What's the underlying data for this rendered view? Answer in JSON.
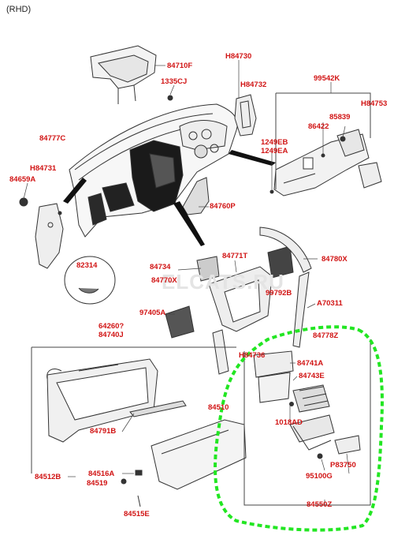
{
  "header": {
    "variant": "(RHD)"
  },
  "watermark": "ELCATS.RU",
  "labels": {
    "p84710F": "84710F",
    "p84730": "H84730",
    "p1335CJ": "1335CJ",
    "p84732": "H84732",
    "p99542K": "99542K",
    "p84753": "H84753",
    "p85839": "85839",
    "p86422": "86422",
    "p1249EB": "1249EB",
    "p1249EA": "1249EA",
    "p84777C": "84777C",
    "p84731": "H84731",
    "p84659A": "84659A",
    "p84760P": "84760P",
    "p82314": "82314",
    "p84734": "84734",
    "p84771T": "84771T",
    "p84780X": "84780X",
    "p84770X": "84770X",
    "p99792B": "99792B",
    "p97405A": "97405A",
    "pA70311": "A70311",
    "p64260": "64260?",
    "p84740J": "84740J",
    "p84736": "H84736",
    "p84778Z": "84778Z",
    "p84741A": "84741A",
    "p84743E": "84743E",
    "p84510": "84510",
    "p1018AD": "1018AD",
    "p84791B": "84791B",
    "p83750": "P83750",
    "p95100G": "95100G",
    "p84512B": "84512B",
    "p84516A": "84516A",
    "p84519": "84519",
    "p84550Z": "84550Z",
    "p84515E": "84515E"
  }
}
